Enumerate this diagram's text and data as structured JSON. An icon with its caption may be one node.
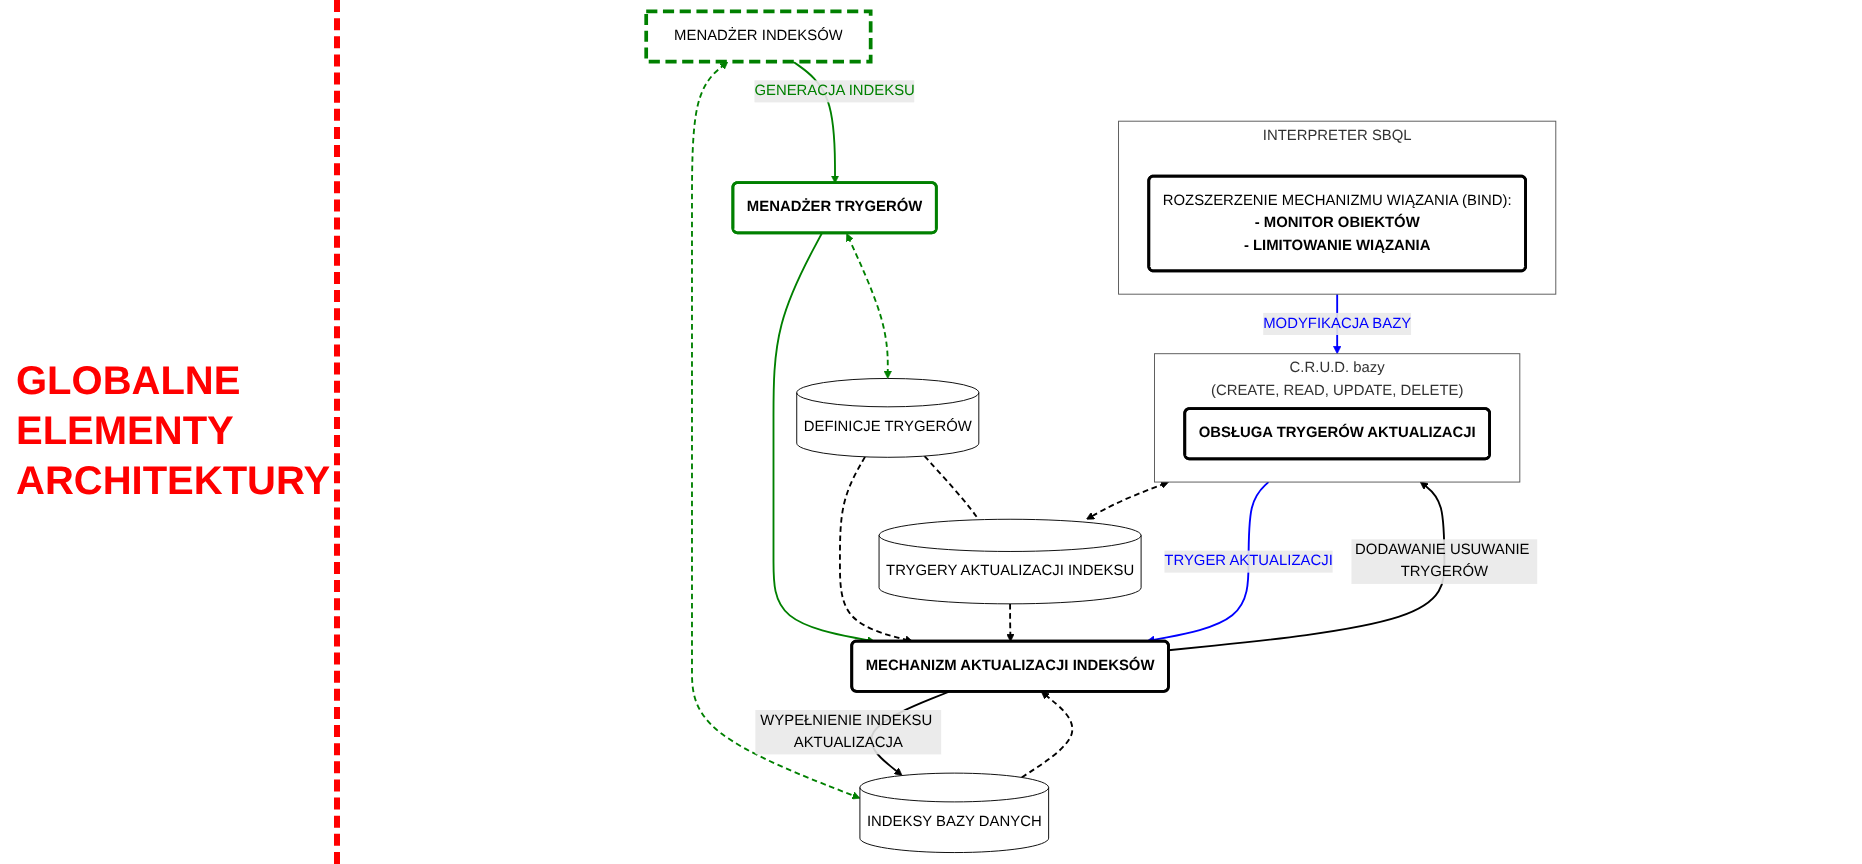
{
  "diagram": {
    "nodes": [
      {
        "text": [
          "MENADŻER INDEKSÓW"
        ]
      },
      {
        "text": [
          "MENADŻER TRYGERÓW"
        ]
      },
      {
        "text": [
          "DEFINICJE TRYGERÓW"
        ]
      },
      {
        "text": [
          "TRYGERY AKTUALIZACJI INDEKSU"
        ]
      },
      {
        "text": [
          "INDEKSY BAZY DANYCH"
        ]
      },
      {
        "text": [
          "MECHANIZM AKTUALIZACJI INDEKSÓW"
        ]
      },
      {
        "text": [
          "INTERPRETER SBQL"
        ]
      },
      {
        "text": [
          "ROZSZERZENIE MECHANIZMU WIĄZANIA (BIND):",
          "- MONITOR OBIEKTÓW",
          "- LIMITOWANIE WIĄZANIA"
        ],
        "in": 6
      },
      {
        "text": [
          "C.R.U.D. bazy",
          "(CREATE, READ, UPDATE, DELETE)"
        ]
      },
      {
        "text": [
          "OBSŁUGA TRYGERÓW AKTUALIZACJI"
        ],
        "in": 8
      }
    ],
    "edges": [
      {
        "from": 0,
        "to": 1,
        "arrow": "to",
        "label": "GENERACJA INDEKSU",
        "color": "#008000"
      },
      {
        "from": 1,
        "to": 2,
        "arrow": "both",
        "style": "dashed",
        "color": "#008000"
      },
      {
        "from": 2,
        "to": 3,
        "arrow": "none",
        "style": "dashed"
      },
      {
        "from": 0,
        "to": 4,
        "arrow": "both",
        "style": "dashed",
        "color": "#008000"
      },
      {
        "from": 4,
        "to": 5,
        "arrow": "to",
        "style": "dashed"
      },
      {
        "from": 1,
        "to": 5,
        "arrow": "to",
        "color": "#008000"
      },
      {
        "from": 5,
        "to": 4,
        "arrow": "to",
        "label": "WYPEŁNIENIE INDEKSU AKTUALIZACJA"
      },
      {
        "from": 2,
        "to": 5,
        "arrow": "to",
        "style": "dashed"
      },
      {
        "from": 3,
        "to": 5,
        "arrow": "to",
        "style": "dashed"
      },
      {
        "from": 8,
        "to": 5,
        "arrow": "to",
        "label": "TRYGER AKTUALIZACJI",
        "color": "#0000ff"
      },
      {
        "from": 5,
        "to": 8,
        "arrow": "to",
        "label": "DODAWANIE USUWANIE TRYGERÓW"
      },
      {
        "from": 6,
        "to": 8,
        "arrow": "to",
        "label": "MODYFIKACJA BAZY",
        "color": "#0000ff"
      },
      {
        "from": 8,
        "to": 3,
        "arrow": "both",
        "style": "dashed"
      }
    ],
    "labels": [
      "GLOBALNE ELEMENTY ARCHITEKTURY"
    ]
  }
}
